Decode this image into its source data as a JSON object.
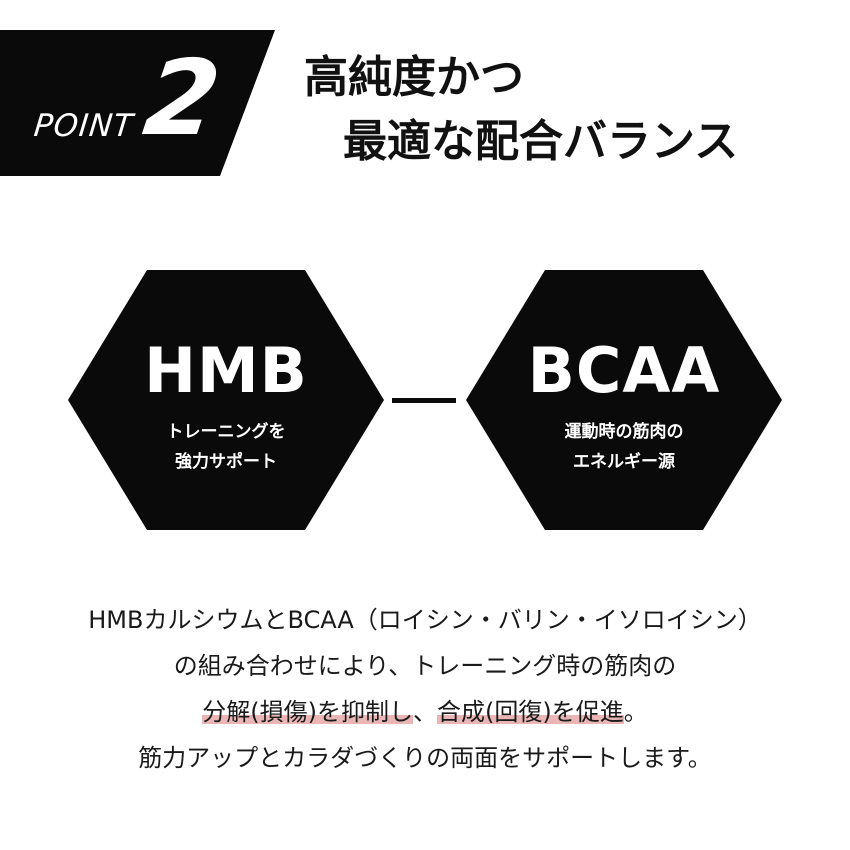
{
  "badge": {
    "label": "POINT",
    "number": "2"
  },
  "headline": {
    "line1": "高純度かつ",
    "line2": "最適な配合バランス"
  },
  "hexagons": [
    {
      "title": "HMB",
      "sub1": "トレーニングを",
      "sub2": "強力サポート"
    },
    {
      "title": "BCAA",
      "sub1": "運動時の筋肉の",
      "sub2": "エネルギー源"
    }
  ],
  "body": {
    "line1": "HMBカルシウムとBCAA（ロイシン・バリン・イソロイシン）",
    "line2": "の組み合わせにより、トレーニング時の筋肉の",
    "line3": {
      "mark1": "分解(損傷)を抑制し",
      "sep": "、",
      "mark2": "合成(回復)を促進",
      "end": "。"
    },
    "line4": "筋力アップとカラダづくりの両面をサポートします。"
  },
  "colors": {
    "hex_fill": "#0a0a0a",
    "highlight": "#e9b5b5"
  }
}
